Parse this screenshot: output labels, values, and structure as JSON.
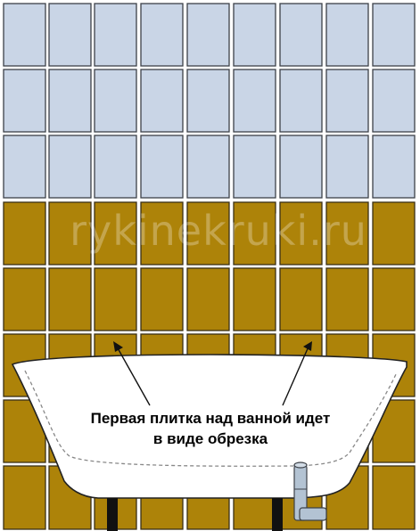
{
  "watermark": "rykinekruki.ru",
  "caption": {
    "line1": "Первая плитка над ванной идет",
    "line2": "в виде обрезка"
  },
  "colors": {
    "light_tile": "#c9d5e6",
    "dark_tile": "#ad8309",
    "grout": "#3c4148",
    "bathtub": "#ffffff",
    "bathtub_outline": "#222222",
    "pipe": "#b3c3d3",
    "legs": "#111111"
  },
  "tiles": {
    "columns": 9,
    "light_rows": 3,
    "dark_rows": 5
  }
}
